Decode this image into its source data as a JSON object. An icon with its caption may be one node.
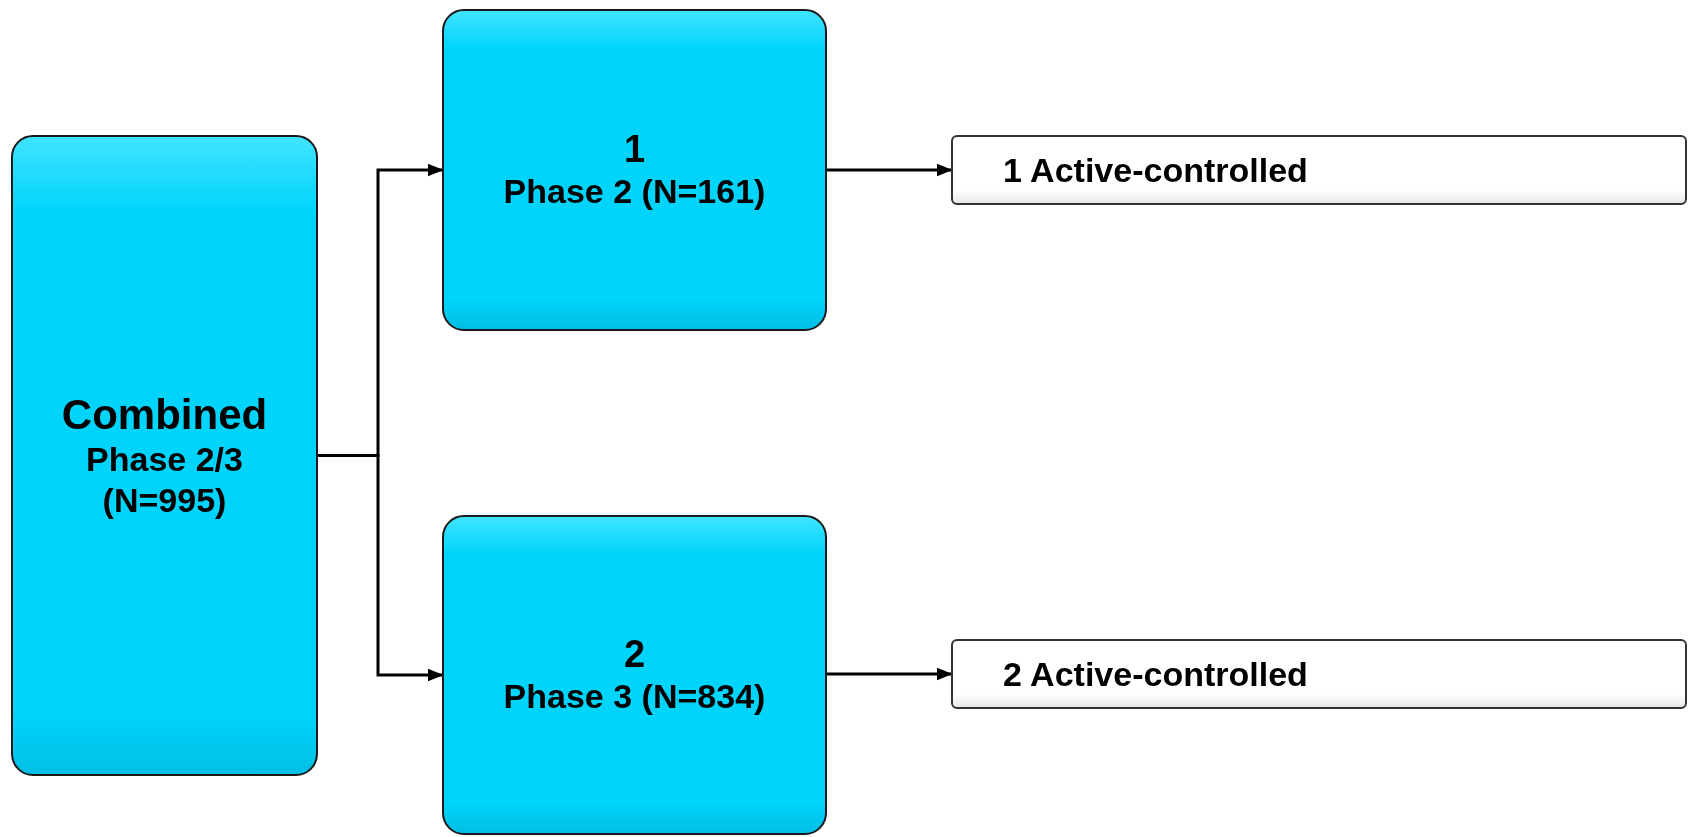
{
  "diagram": {
    "nodes": [
      {
        "text": [
          "Combined",
          "Phase 2/3 (N=995)"
        ]
      },
      {
        "text": [
          "1",
          "Phase 2 (N=161)"
        ]
      },
      {
        "text": [
          "2",
          "Phase 3 (N=834)"
        ]
      },
      {
        "text": [
          "1 Active-controlled"
        ]
      },
      {
        "text": [
          "2 Active-controlled"
        ]
      }
    ],
    "edges": [
      {
        "from": 0,
        "to": 1,
        "arrow": "to"
      },
      {
        "from": 0,
        "to": 2,
        "arrow": "to"
      },
      {
        "from": 1,
        "to": 3,
        "arrow": "to"
      },
      {
        "from": 2,
        "to": 4,
        "arrow": "to"
      }
    ]
  }
}
